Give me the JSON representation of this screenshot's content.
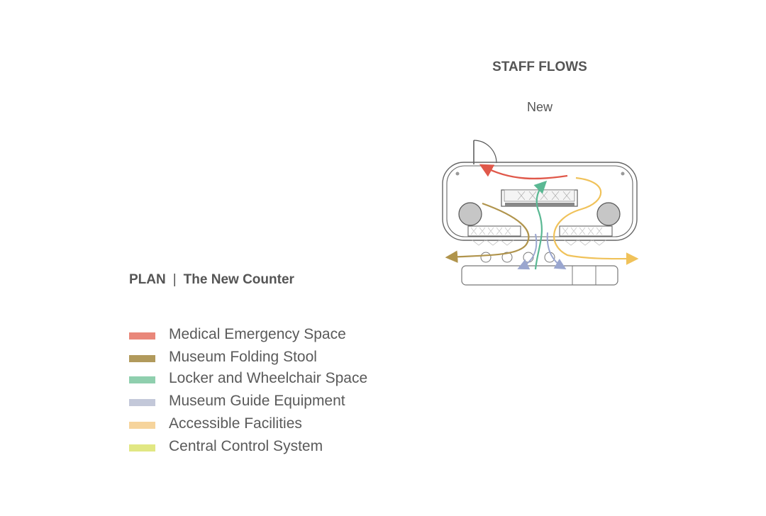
{
  "diagram": {
    "title": "STAFF FLOWS",
    "subtitle": "New",
    "plan_heading": {
      "prefix": "PLAN",
      "separator": "|",
      "name": "The New Counter"
    }
  },
  "legend": [
    {
      "label": "Medical Emergency Space",
      "color": "#e9877a"
    },
    {
      "label": "Museum Folding Stool",
      "color": "#b19a5c"
    },
    {
      "label": "Locker and Wheelchair Space",
      "color": "#8fcfae"
    },
    {
      "label": "Museum Guide Equipment",
      "color": "#c3c8d9"
    },
    {
      "label": "Accessible Facilities",
      "color": "#f6d49c"
    },
    {
      "label": "Central Control System",
      "color": "#e1e783"
    }
  ],
  "flow_colors": {
    "medical": "#e0584a",
    "stool": "#b0944c",
    "locker": "#5ab893",
    "guide": "#9aa6cf",
    "accessible": "#f0c25a"
  },
  "outline_color": "#6a6a6a"
}
